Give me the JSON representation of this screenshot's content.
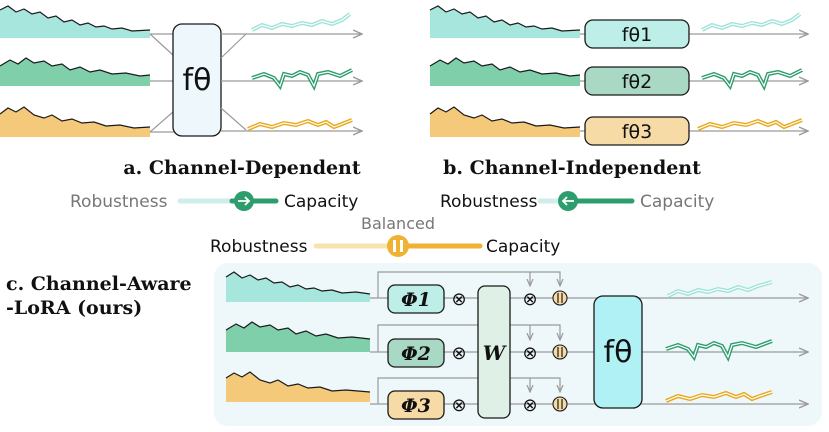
{
  "colors": {
    "teal": "#a6e6dc",
    "teal_edge": "#1a1a1a",
    "green": "#7fcfab",
    "orange": "#f4c97a",
    "green_dark": "#2e9d6e",
    "light_teal_line": "#9fe3da",
    "orange_line": "#e8a91c",
    "arrow_gray": "#9a9a9a",
    "panel_c_bg": "#eef7fa",
    "f_box_fill": "#eef7fb",
    "fi1": "#bdeee7",
    "fi2": "#a9d9c4",
    "fi3": "#f7dba7",
    "phi_fill1": "#bdeee7",
    "phi_fill2": "#a9d9c4",
    "phi_fill3": "#f7dba7",
    "w_fill": "#dff0e6",
    "fc_fill": "#aff1f4",
    "slider_light": "#cfeee9",
    "slider_dark": "#2e9d6e",
    "slider_orange": "#f0b230",
    "slider_orange_light": "#f7e3ae"
  },
  "panel_a": {
    "title": "a. Channel-Dependent",
    "model_label": "fθ"
  },
  "panel_b": {
    "title": "b. Channel-Independent",
    "models": [
      "fθ1",
      "fθ2",
      "fθ3"
    ]
  },
  "slider_a": {
    "left": "Robustness",
    "right": "Capacity",
    "position": 0.72
  },
  "slider_b": {
    "left": "Robustness",
    "right": "Capacity",
    "position": 0.25
  },
  "slider_c": {
    "top": "Balanced",
    "left": "Robustness",
    "right": "Capacity",
    "position": 0.5,
    "knob_icon": "pause-icon"
  },
  "panel_c": {
    "title_line1": "c. Channel-Aware",
    "title_line2": "-LoRA (ours)",
    "phis": [
      "Φ1",
      "Φ2",
      "Φ3"
    ],
    "w_label": "W",
    "model_label": "fθ",
    "otimes": "⊗",
    "merge_icon": "merge-icon"
  }
}
